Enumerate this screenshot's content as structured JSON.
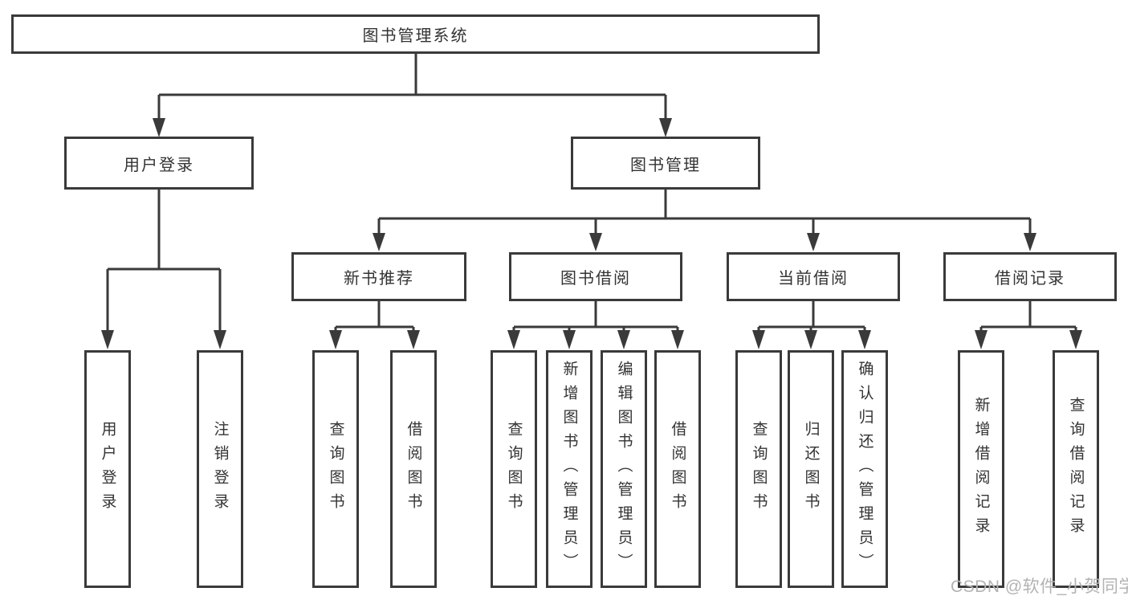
{
  "colors": {
    "line": "#3a3a3a",
    "text": "#333333",
    "watermark": "#b3b3b3",
    "bg": "#ffffff"
  },
  "watermark": {
    "text": "CSDN @软件_小贺同学"
  },
  "tree": {
    "root": {
      "label": "图书管理系统"
    },
    "branches": [
      {
        "label": "用户登录",
        "leaves": [
          {
            "label": "用户登录"
          },
          {
            "label": "注销登录"
          }
        ]
      },
      {
        "label": "图书管理",
        "groups": [
          {
            "label": "新书推荐",
            "leaves": [
              {
                "label": "查询图书"
              },
              {
                "label": "借阅图书"
              }
            ]
          },
          {
            "label": "图书借阅",
            "leaves": [
              {
                "label": "查询图书"
              },
              {
                "label": "新增图书（管理员）"
              },
              {
                "label": "编辑图书（管理员）"
              },
              {
                "label": "借阅图书"
              }
            ]
          },
          {
            "label": "当前借阅",
            "leaves": [
              {
                "label": "查询图书"
              },
              {
                "label": "归还图书"
              },
              {
                "label": "确认归还（管理员）"
              }
            ]
          },
          {
            "label": "借阅记录",
            "leaves": [
              {
                "label": "新增借阅记录"
              },
              {
                "label": "查询借阅记录"
              }
            ]
          }
        ]
      }
    ]
  }
}
